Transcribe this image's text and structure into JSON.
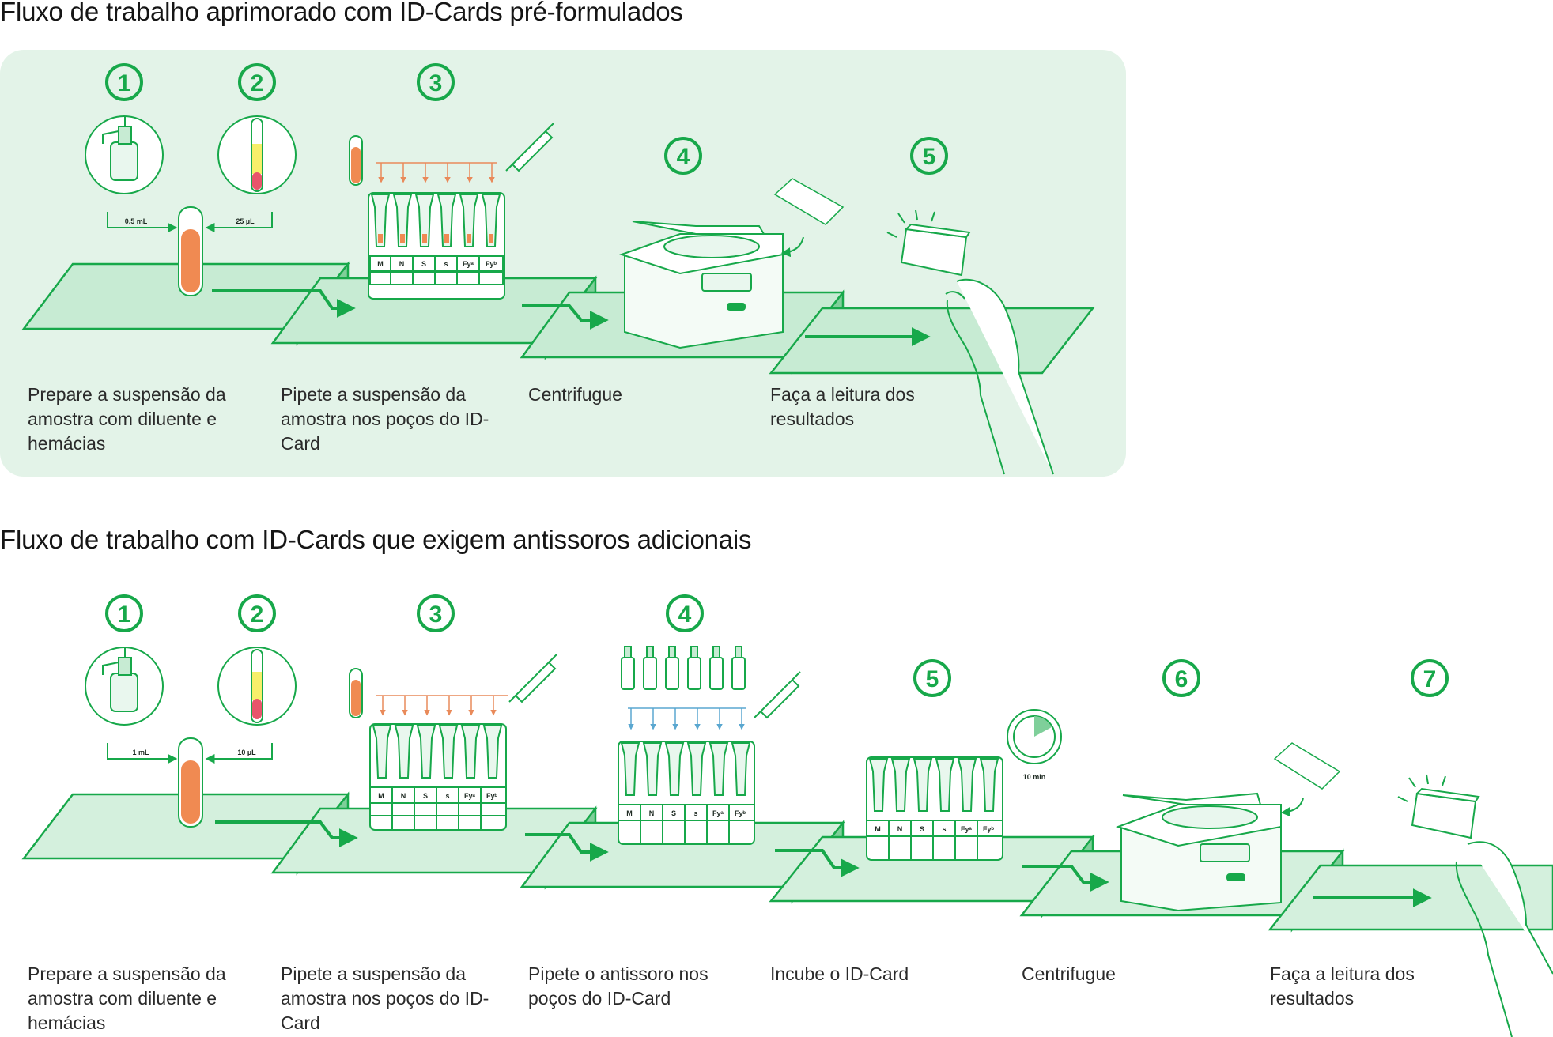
{
  "colors": {
    "accent_green": "#17a84a",
    "panel_bg": "#e3f3e8",
    "platform_fill": "#c7ebd3",
    "sample_orange": "#f08a52",
    "reagent_yellow": "#f7ef6a",
    "reagent_red": "#e8556b"
  },
  "workflow_preformulated": {
    "title": "Fluxo de trabalho aprimorado com ID-Cards pré-formulados",
    "steps": [
      {
        "number": "1",
        "label": "Prepare a suspensão da amostra com diluente e hemácias",
        "volume": "0.5 mL",
        "icon": "dispenser-bottle-icon"
      },
      {
        "number": "2",
        "label": "Pipete a suspensão da amostra nos poços do ID-Card",
        "volume": "25 µL",
        "icon": "blood-tube-icon"
      },
      {
        "number": "3",
        "label": "",
        "icon": "id-card-icon"
      },
      {
        "number": "4",
        "label": "Centrifugue",
        "icon": "centrifuge-icon"
      },
      {
        "number": "5",
        "label": "Faça a leitura dos resultados",
        "icon": "hand-card-icon"
      }
    ],
    "card_columns": [
      "M",
      "N",
      "S",
      "s",
      "Fyᵃ",
      "Fyᵇ"
    ]
  },
  "workflow_additional": {
    "title": "Fluxo de trabalho com ID-Cards que exigem antissoros adicionais",
    "steps": [
      {
        "number": "1",
        "label": "Prepare a suspensão da amostra com diluente e hemácias",
        "volume": "1 mL",
        "icon": "dispenser-bottle-icon"
      },
      {
        "number": "2",
        "label": "Pipete a suspensão da amostra nos poços do ID-Card",
        "volume": "10 µL",
        "icon": "blood-tube-icon"
      },
      {
        "number": "3",
        "label": "Pipete o antissoro nos poços do ID-Card",
        "icon": "id-card-icon"
      },
      {
        "number": "4",
        "label": "Incube o ID-Card",
        "icon": "antiserum-vials-icon"
      },
      {
        "number": "5",
        "label": "Centrifugue",
        "icon": "incubation-timer-icon"
      },
      {
        "number": "6",
        "label": "Faça a leitura dos resultados",
        "icon": "centrifuge-icon"
      },
      {
        "number": "7",
        "label": "",
        "icon": "hand-card-icon"
      }
    ],
    "timer_label": "10 min",
    "card_columns": [
      "M",
      "N",
      "S",
      "s",
      "Fyᵃ",
      "Fyᵇ"
    ]
  }
}
